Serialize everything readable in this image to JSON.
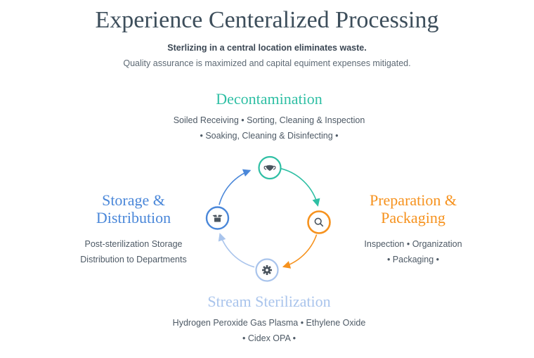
{
  "header": {
    "title": "Experience Centeralized Processing",
    "subtitle_bold": "Sterlizing in a central location eliminates waste.",
    "subtitle": "Quality assurance is maximized and capital equiment expenses mitigated."
  },
  "colors": {
    "teal": "#2fbfa4",
    "orange": "#f6921e",
    "blue": "#4a87d9",
    "light_blue": "#a9c4ec",
    "icon": "#4a545e",
    "heading_dark": "#3d4e5b",
    "body_text": "#4d5965"
  },
  "stages": {
    "decontamination": {
      "title": "Decontamination",
      "lines": [
        "Soiled Receiving • Sorting, Cleaning & Inspection",
        "• Soaking, Cleaning & Disinfecting •"
      ],
      "icon": "mask-icon"
    },
    "preparation": {
      "title": "Preparation & Packaging",
      "lines": [
        "Inspection • Organization",
        "• Packaging •"
      ],
      "icon": "search-icon"
    },
    "sterilization": {
      "title": "Stream Sterilization",
      "lines": [
        "Hydrogen Peroxide Gas Plasma • Ethylene Oxide",
        "• Cidex OPA •"
      ],
      "icon": "gear-icon"
    },
    "storage": {
      "title": "Storage & Distribution",
      "lines": [
        "Post-sterilization Storage",
        "Distribution to Departments"
      ],
      "icon": "box-icon"
    }
  }
}
